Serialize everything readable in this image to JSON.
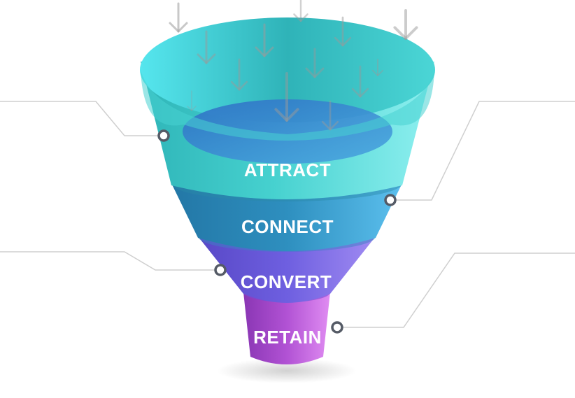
{
  "funnel": {
    "stages": [
      {
        "label": "ATTRACT",
        "color": "#3fc7c9"
      },
      {
        "label": "CONNECT",
        "color": "#2a8fb8"
      },
      {
        "label": "CONVERT",
        "color": "#6a5ad8"
      },
      {
        "label": "RETAIN",
        "color": "#b44fd0"
      }
    ],
    "rim_color": "#5fe3ec",
    "connector_color": "#cfcfcf",
    "marker_color": "#555b66",
    "arrow_color": "#9a9a9a"
  }
}
